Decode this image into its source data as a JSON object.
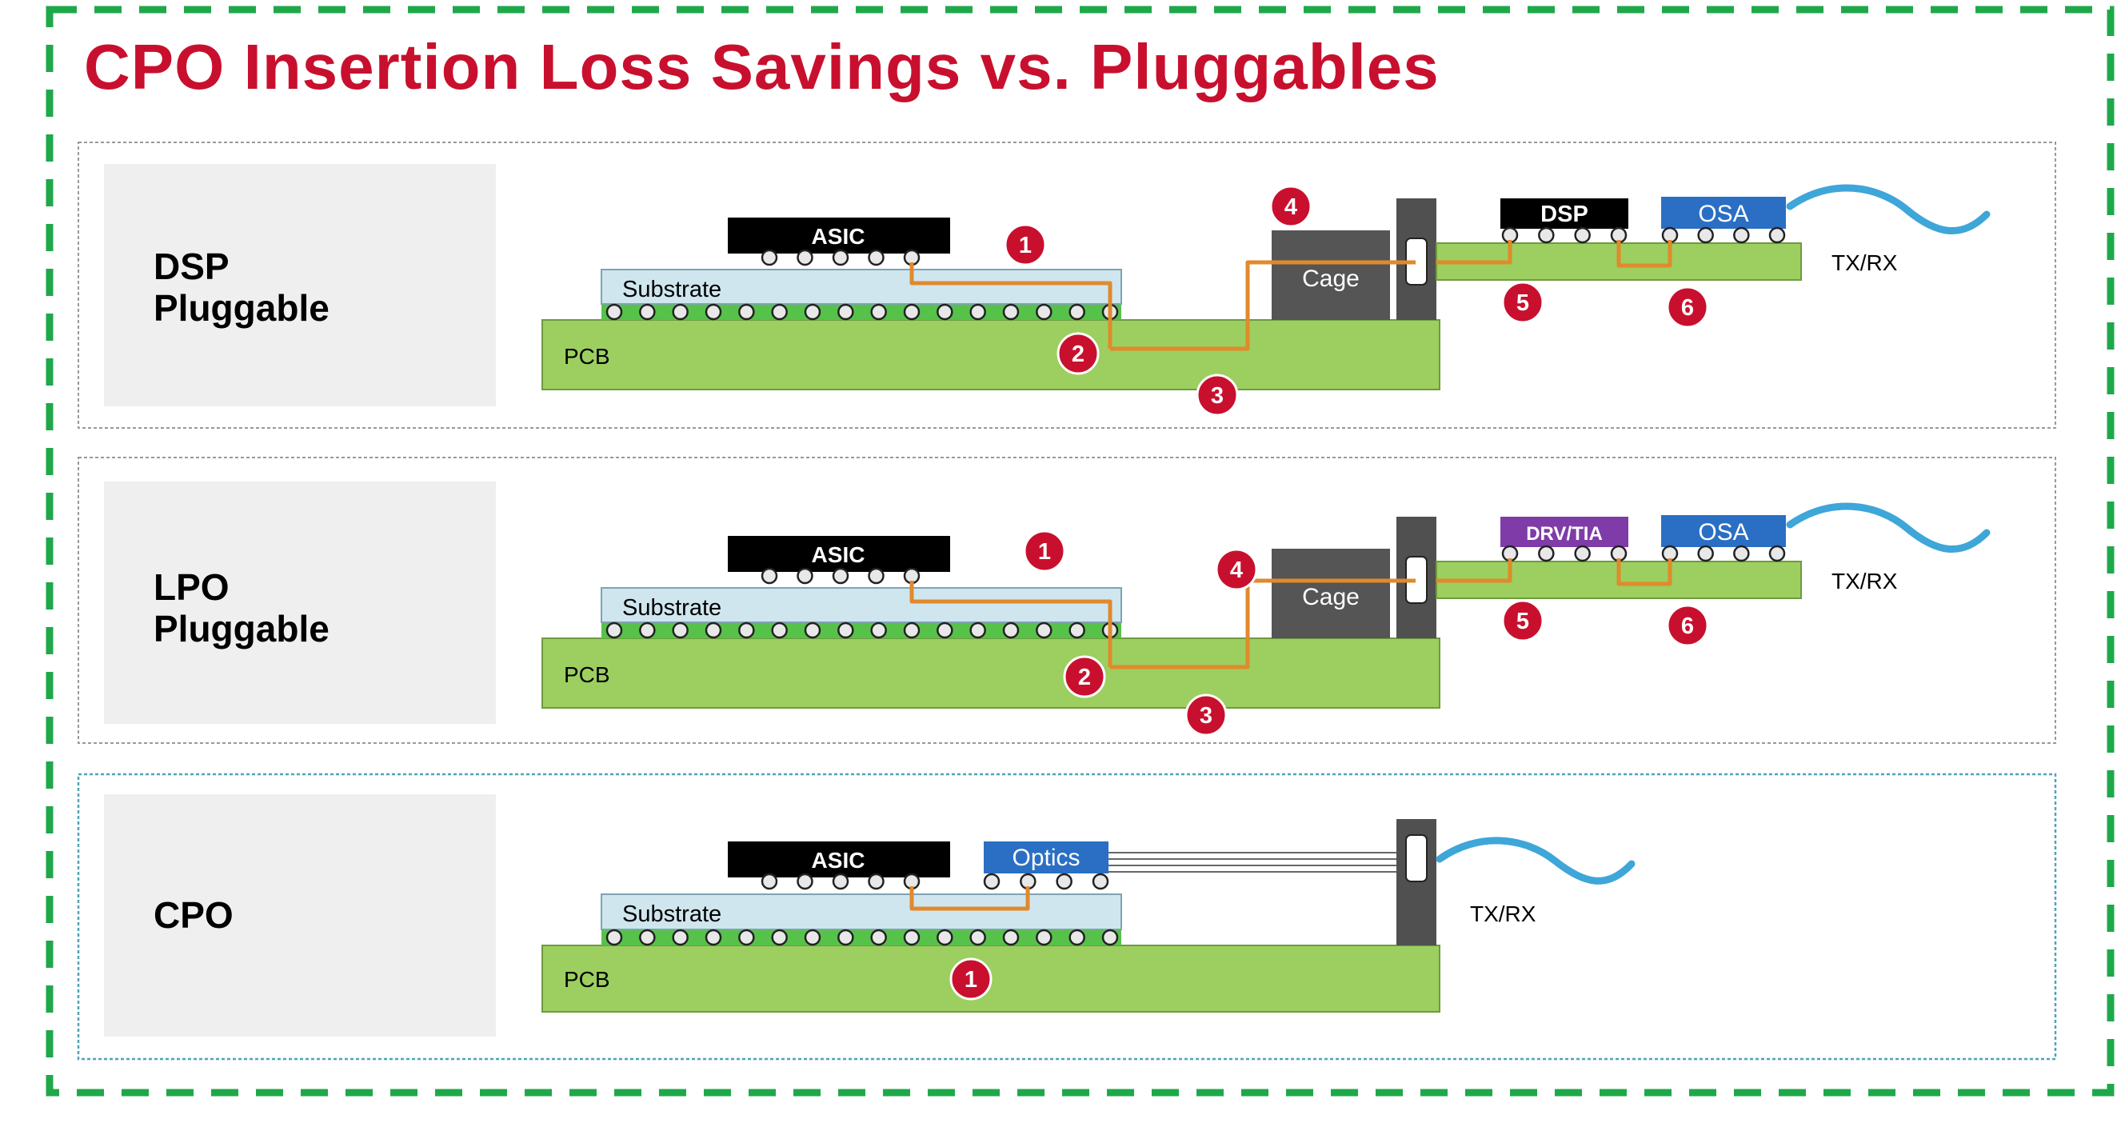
{
  "title": "CPO Insertion Loss Savings vs. Pluggables",
  "colors": {
    "title": "#c8102e",
    "pcb": "#9ccf5f",
    "substrate": "#cfe6ef",
    "chip": "#000000",
    "osa": "#2a6fc4",
    "drv_tia": "#7f3ca8",
    "cage": "#555555",
    "trace": "#e08a2c",
    "marker": "#c8102e",
    "fiber": "#3ea6d8",
    "frame": "#1fa84a"
  },
  "rows": {
    "dsp": {
      "label_line1": "DSP",
      "label_line2": "Pluggable",
      "asic": "ASIC",
      "substrate": "Substrate",
      "pcb": "PCB",
      "cage": "Cage",
      "module_chip": "DSP",
      "osa": "OSA",
      "txrx": "TX/RX",
      "markers": [
        "1",
        "2",
        "3",
        "4",
        "5",
        "6"
      ]
    },
    "lpo": {
      "label_line1": "LPO",
      "label_line2": "Pluggable",
      "asic": "ASIC",
      "substrate": "Substrate",
      "pcb": "PCB",
      "cage": "Cage",
      "module_chip": "DRV/TIA",
      "osa": "OSA",
      "txrx": "TX/RX",
      "markers": [
        "1",
        "2",
        "3",
        "4",
        "5",
        "6"
      ]
    },
    "cpo": {
      "label": "CPO",
      "asic": "ASIC",
      "optics": "Optics",
      "substrate": "Substrate",
      "pcb": "PCB",
      "txrx": "TX/RX",
      "markers": [
        "1"
      ]
    }
  }
}
